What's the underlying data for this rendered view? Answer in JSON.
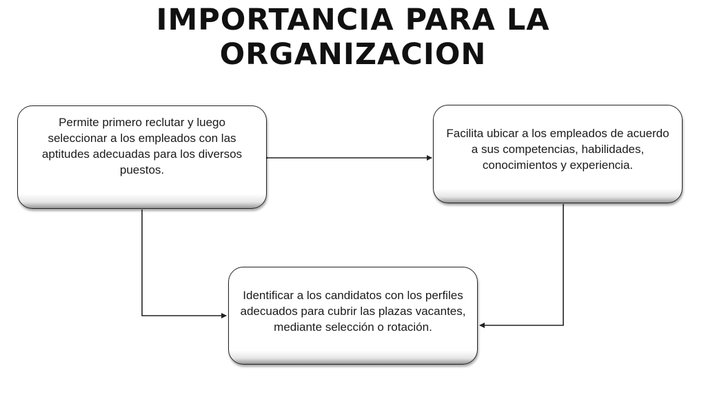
{
  "title": {
    "line1": "IMPORTANCIA PARA LA",
    "line2": "ORGANIZACION"
  },
  "boxes": {
    "left": "Permite primero reclutar y luego seleccionar a los empleados con las aptitudes adecuadas para los diversos puestos.",
    "right": "Facilita ubicar a los empleados de acuerdo a sus competencias, habilidades, conocimientos y experiencia.",
    "bottom": "Identificar a los candidatos con los perfiles adecuados para cubrir las plazas vacantes, mediante selección o rotación."
  },
  "colors": {
    "text": "#1a1a1a",
    "border": "#222222",
    "line": "#222222"
  }
}
